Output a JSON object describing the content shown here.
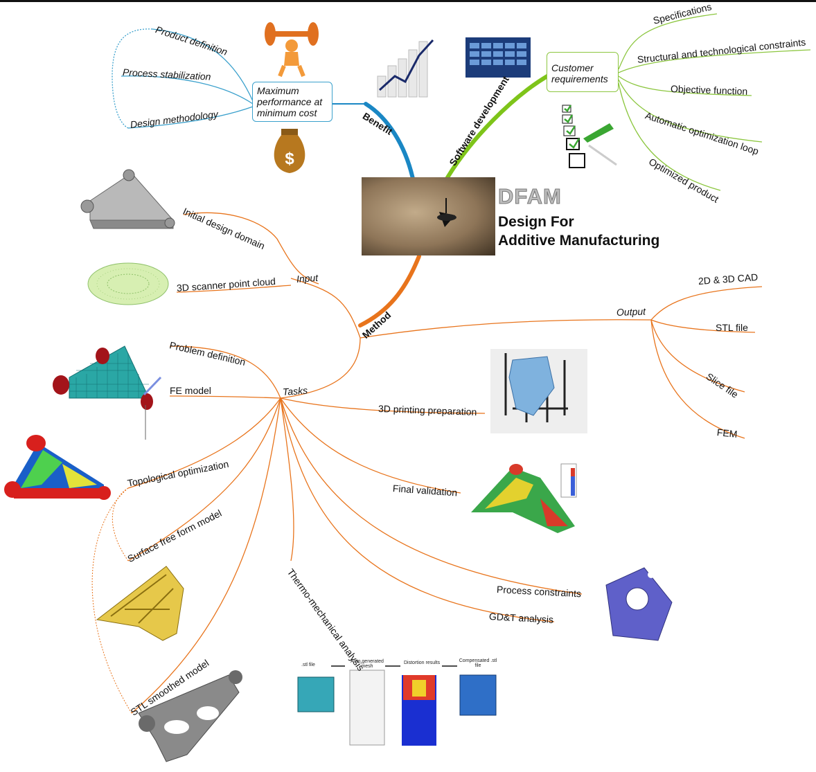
{
  "center": {
    "title": "DFAM",
    "subtitle_line1": "Design For",
    "subtitle_line2": "Additive Manufacturing"
  },
  "branches": {
    "benefit": "Benefit",
    "software": "Software development",
    "method": "Method"
  },
  "benefit": {
    "box": [
      "Maximum",
      "performance at",
      "minimum cost"
    ],
    "items": [
      "Product definition",
      "Process stabilization",
      "Design methodology"
    ]
  },
  "software": {
    "box": [
      "Customer",
      "requirements"
    ],
    "items": [
      "Specifications",
      "Structural and technological constraints",
      "Objective function",
      "Automatic optimization loop",
      "Optimized product"
    ]
  },
  "method": {
    "input_label": "Input",
    "input_items": [
      "Initial design domain",
      "3D scanner point cloud"
    ],
    "output_label": "Output",
    "output_items": [
      "2D & 3D CAD",
      "STL file",
      "Slice file",
      "FEM"
    ],
    "tasks_label": "Tasks",
    "task_items": [
      "Problem definition",
      "FE model",
      "Topological optimization",
      "Surface free form model",
      "STL smoothed model",
      "Thermo-mechanical analysis",
      "3D printing preparation",
      "Final validation",
      "Process constraints",
      "GD&T analysis"
    ]
  },
  "thermo_steps": [
    ".stl file",
    "Auto generated mesh",
    "Distortion results",
    "Compensated .stl file"
  ],
  "colors": {
    "benefit": "#1a87c4",
    "software": "#7ec41a",
    "method": "#e8741c",
    "benefit_thin": "#3aa0cc",
    "software_thin": "#8cc63f",
    "method_thin": "#e88a3a"
  }
}
